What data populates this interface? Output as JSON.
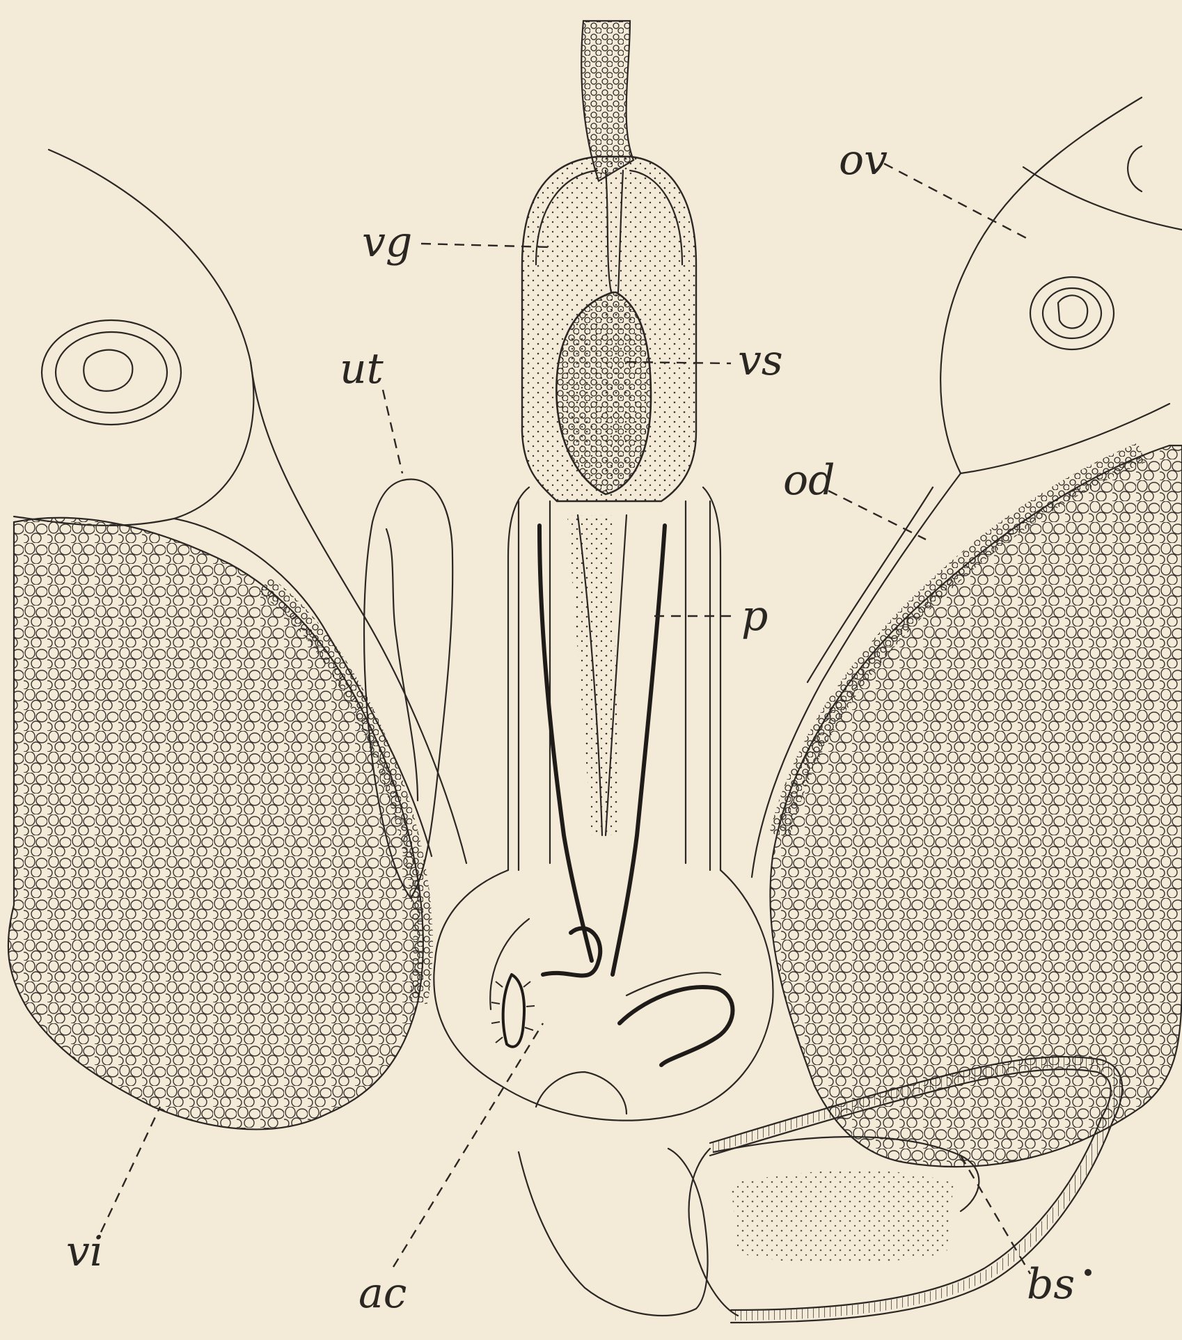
{
  "labels": {
    "vg": "vg",
    "vs": "vs",
    "ut": "ut",
    "ov": "ov",
    "od": "od",
    "p": "p",
    "vi": "vi",
    "ac": "ac",
    "bs": "bs"
  },
  "colors": {
    "paper": "#f3ead7",
    "ink": "#2b2724"
  }
}
